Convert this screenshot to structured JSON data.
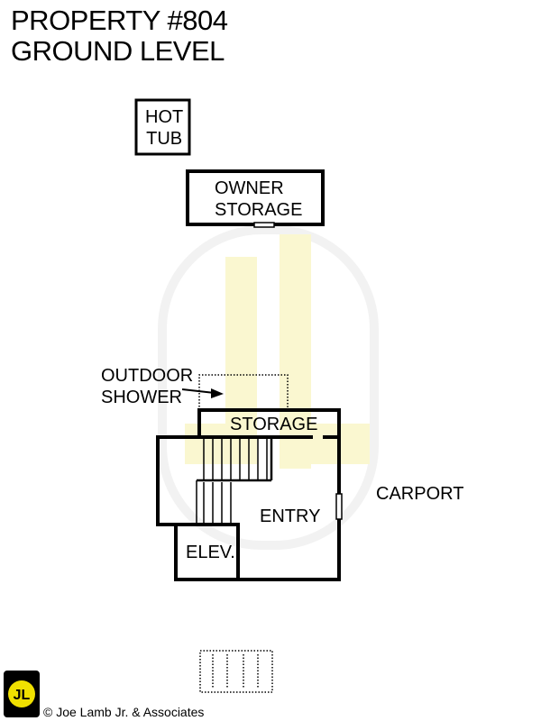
{
  "header": {
    "title_line1": "PROPERTY #804",
    "title_line2": "GROUND LEVEL"
  },
  "rooms": {
    "hot_tub_line1": "HOT",
    "hot_tub_line2": "TUB",
    "owner_storage_line1": "OWNER",
    "owner_storage_line2": "STORAGE",
    "storage": "STORAGE",
    "entry": "ENTRY",
    "elevator": "ELEV."
  },
  "labels": {
    "outdoor_shower_line1": "OUTDOOR",
    "outdoor_shower_line2": "SHOWER",
    "carport": "CARPORT"
  },
  "logo": {
    "text": "JL"
  },
  "footer": {
    "copyright": "© Joe Lamb Jr. & Associates"
  },
  "colors": {
    "line": "#000000",
    "logo_fill": "#f0e000",
    "watermark": "#e8d800"
  }
}
